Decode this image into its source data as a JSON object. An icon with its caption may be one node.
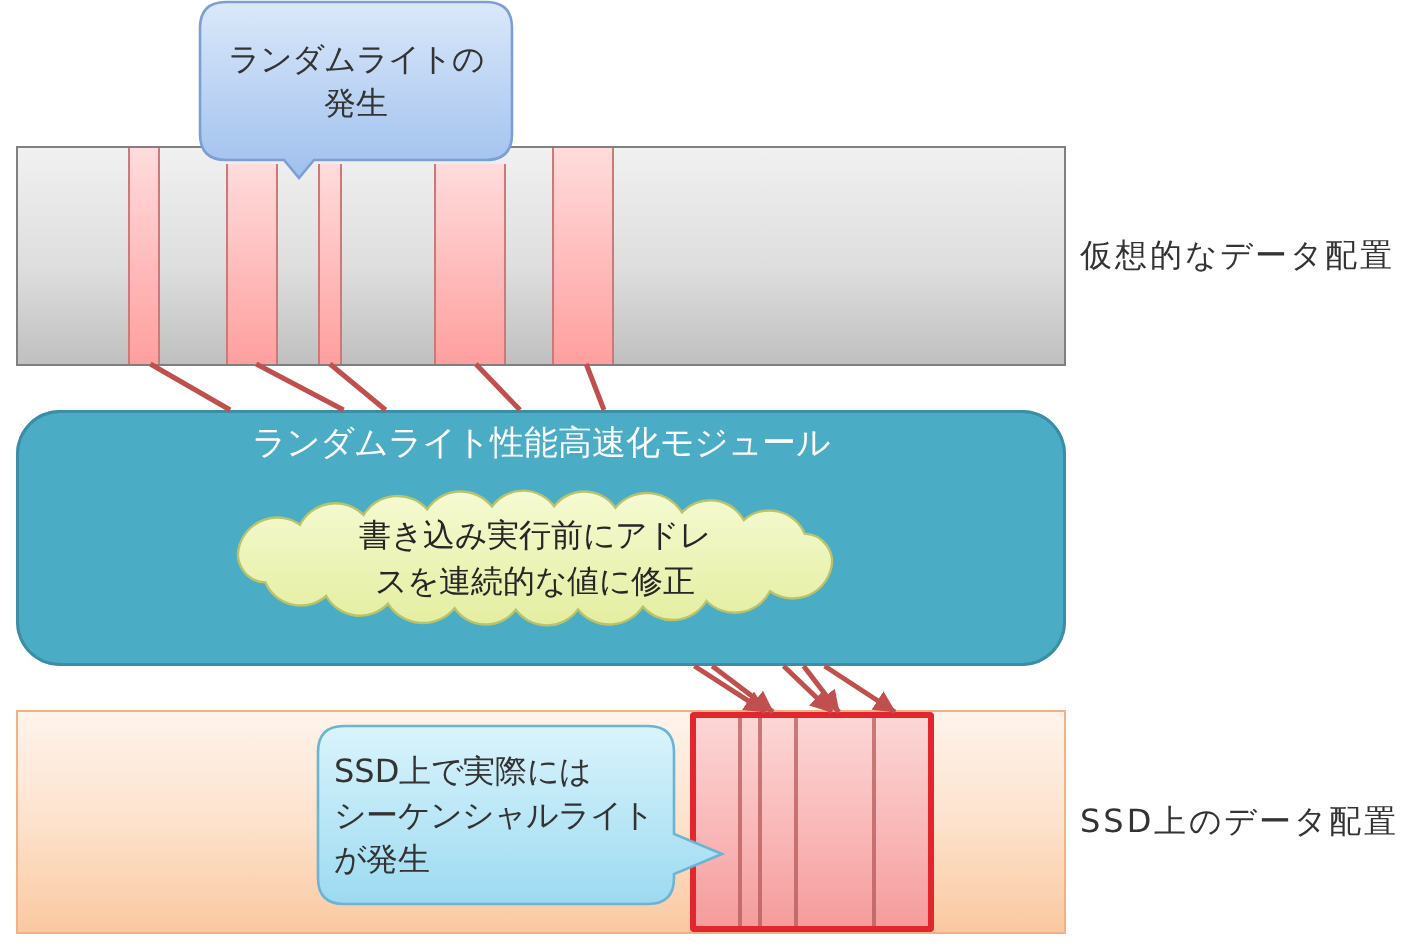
{
  "diagram": {
    "nodes": [
      {
        "text": [
          "ランダムライトの発生"
        ]
      },
      {
        "text": [],
        "shape": "bar",
        "beside": [
          "仮想的なデータ配置"
        ]
      },
      {
        "text": [],
        "shape": "bar",
        "in": 1
      },
      {
        "text": [],
        "shape": "bar",
        "in": 1
      },
      {
        "text": [],
        "shape": "bar",
        "in": 1
      },
      {
        "text": [],
        "shape": "bar",
        "in": 1
      },
      {
        "text": [],
        "shape": "bar",
        "in": 1
      },
      {
        "text": [
          "ランダムライト性能高速化モジュール"
        ]
      },
      {
        "text": [
          "書き込み実行前にアドレスを連続的な値に修正"
        ],
        "in": 7
      },
      {
        "text": [],
        "shape": "bar",
        "beside": [
          "SSD上のデータ配置"
        ]
      },
      {
        "text": [],
        "shape": "box",
        "in": 9
      },
      {
        "text": [
          "SSD上で実際にはシーケンシャルライトが発生"
        ],
        "in": 9
      }
    ],
    "edges": [
      {
        "from": 2,
        "to": 7,
        "arrow": "none"
      },
      {
        "from": 3,
        "to": 7,
        "arrow": "none"
      },
      {
        "from": 4,
        "to": 7,
        "arrow": "none"
      },
      {
        "from": 5,
        "to": 7,
        "arrow": "none"
      },
      {
        "from": 6,
        "to": 7,
        "arrow": "none"
      },
      {
        "from": 7,
        "to": 10,
        "arrow": "to"
      },
      {
        "from": 7,
        "to": 10,
        "arrow": "to"
      },
      {
        "from": 7,
        "to": 10,
        "arrow": "to"
      },
      {
        "from": 7,
        "to": 10,
        "arrow": "to"
      },
      {
        "from": 7,
        "to": 10,
        "arrow": "to"
      }
    ]
  }
}
